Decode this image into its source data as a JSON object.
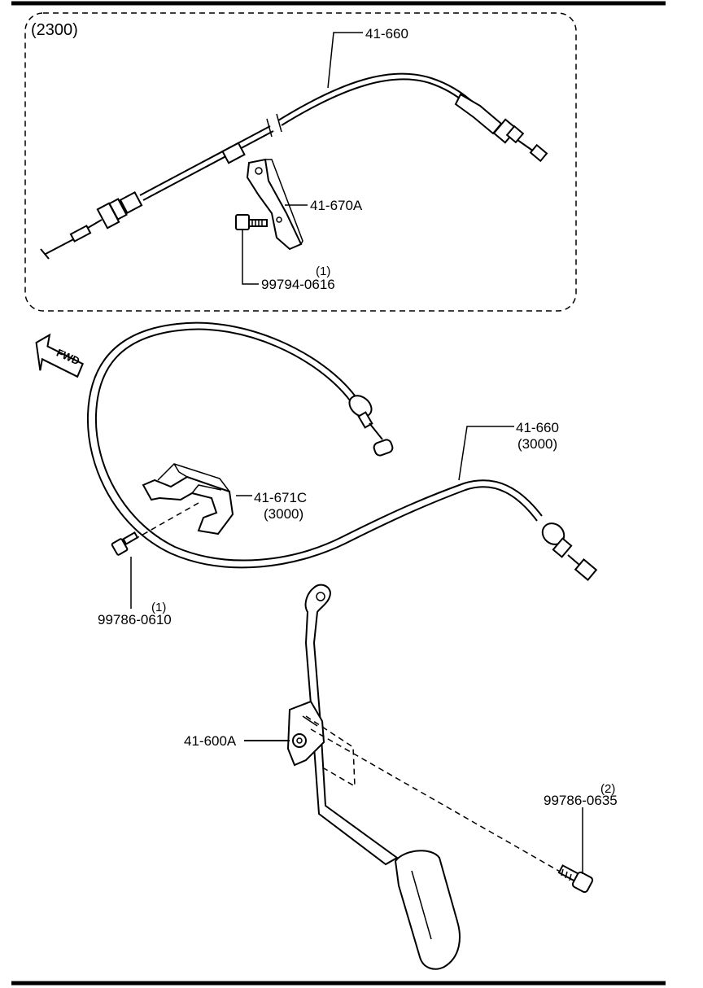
{
  "inset": {
    "variant_label": "(2300)"
  },
  "labels": {
    "cable_2300": "41-660",
    "bracket": "41-670A",
    "bolt_2300_qty": "(1)",
    "bolt_2300_part": "99794-0616",
    "fwd": "FWD",
    "cable_3000_part": "41-660",
    "cable_3000_variant": "(3000)",
    "clip_part": "41-671C",
    "clip_variant": "(3000)",
    "bolt_clip_qty": "(1)",
    "bolt_clip_part": "99786-0610",
    "pedal": "41-600A",
    "bolt_pedal_qty": "(2)",
    "bolt_pedal_part": "99786-0635"
  }
}
